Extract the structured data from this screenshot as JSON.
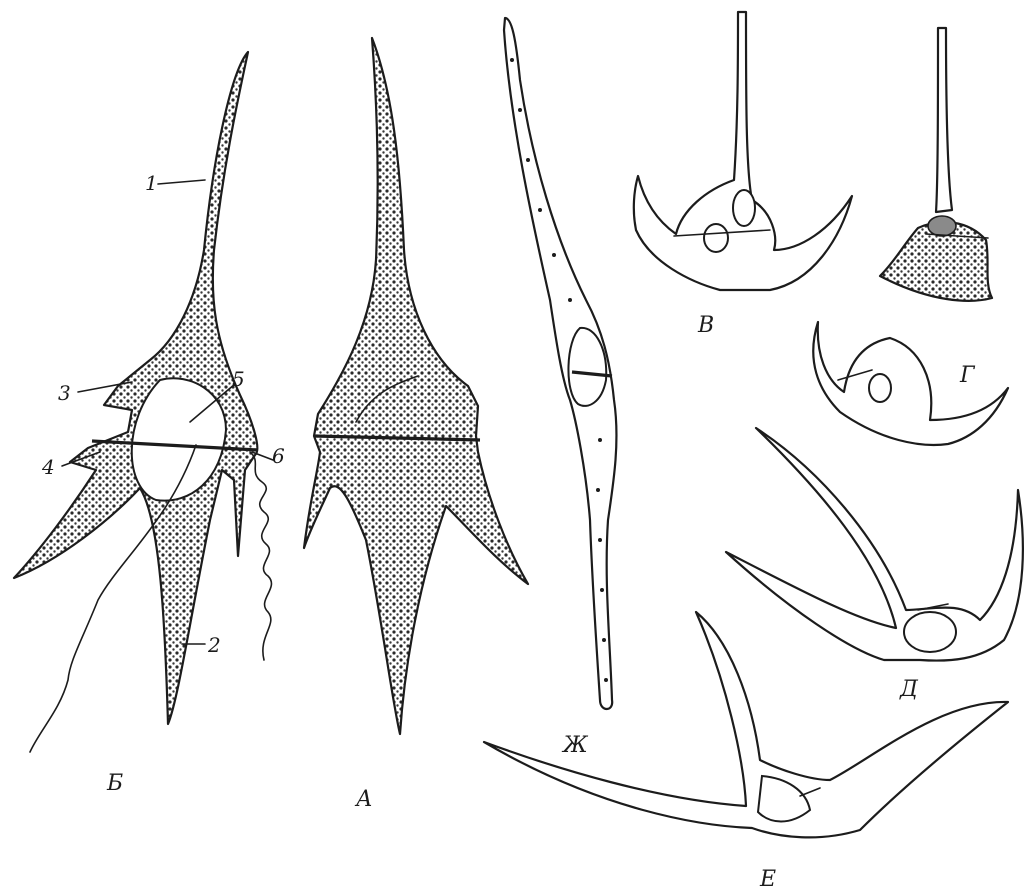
{
  "figure": {
    "part_labels": {
      "A": "А",
      "B": "Б",
      "V": "В",
      "G": "Г",
      "D": "Д",
      "E": "Е",
      "Zh": "Ж"
    },
    "structure_numbers": {
      "n1": "1",
      "n2": "2",
      "n3": "3",
      "n4": "4",
      "n5": "5",
      "n6": "6"
    }
  }
}
